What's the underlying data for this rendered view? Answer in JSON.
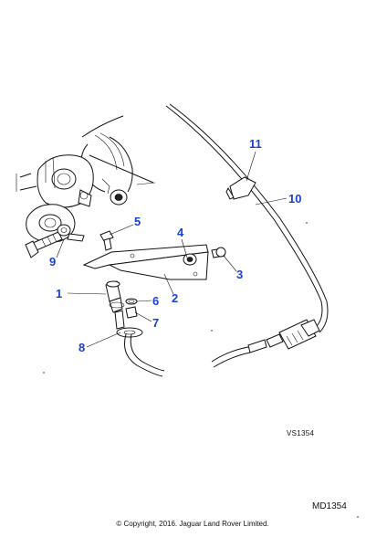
{
  "callouts": [
    {
      "id": "1",
      "label": "1"
    },
    {
      "id": "2",
      "label": "2"
    },
    {
      "id": "3",
      "label": "3"
    },
    {
      "id": "4",
      "label": "4"
    },
    {
      "id": "5",
      "label": "5"
    },
    {
      "id": "6",
      "label": "6"
    },
    {
      "id": "7",
      "label": "7"
    },
    {
      "id": "8",
      "label": "8"
    },
    {
      "id": "9",
      "label": "9"
    },
    {
      "id": "10",
      "label": "10"
    },
    {
      "id": "11",
      "label": "11"
    }
  ],
  "figure_ref": "VS1354",
  "diagram_code": "MD1354",
  "copyright": "© Copyright, 2016. Jaguar Land Rover Limited.",
  "colors": {
    "callout": "#1a3fd6",
    "line": "#111111",
    "background": "#ffffff"
  }
}
